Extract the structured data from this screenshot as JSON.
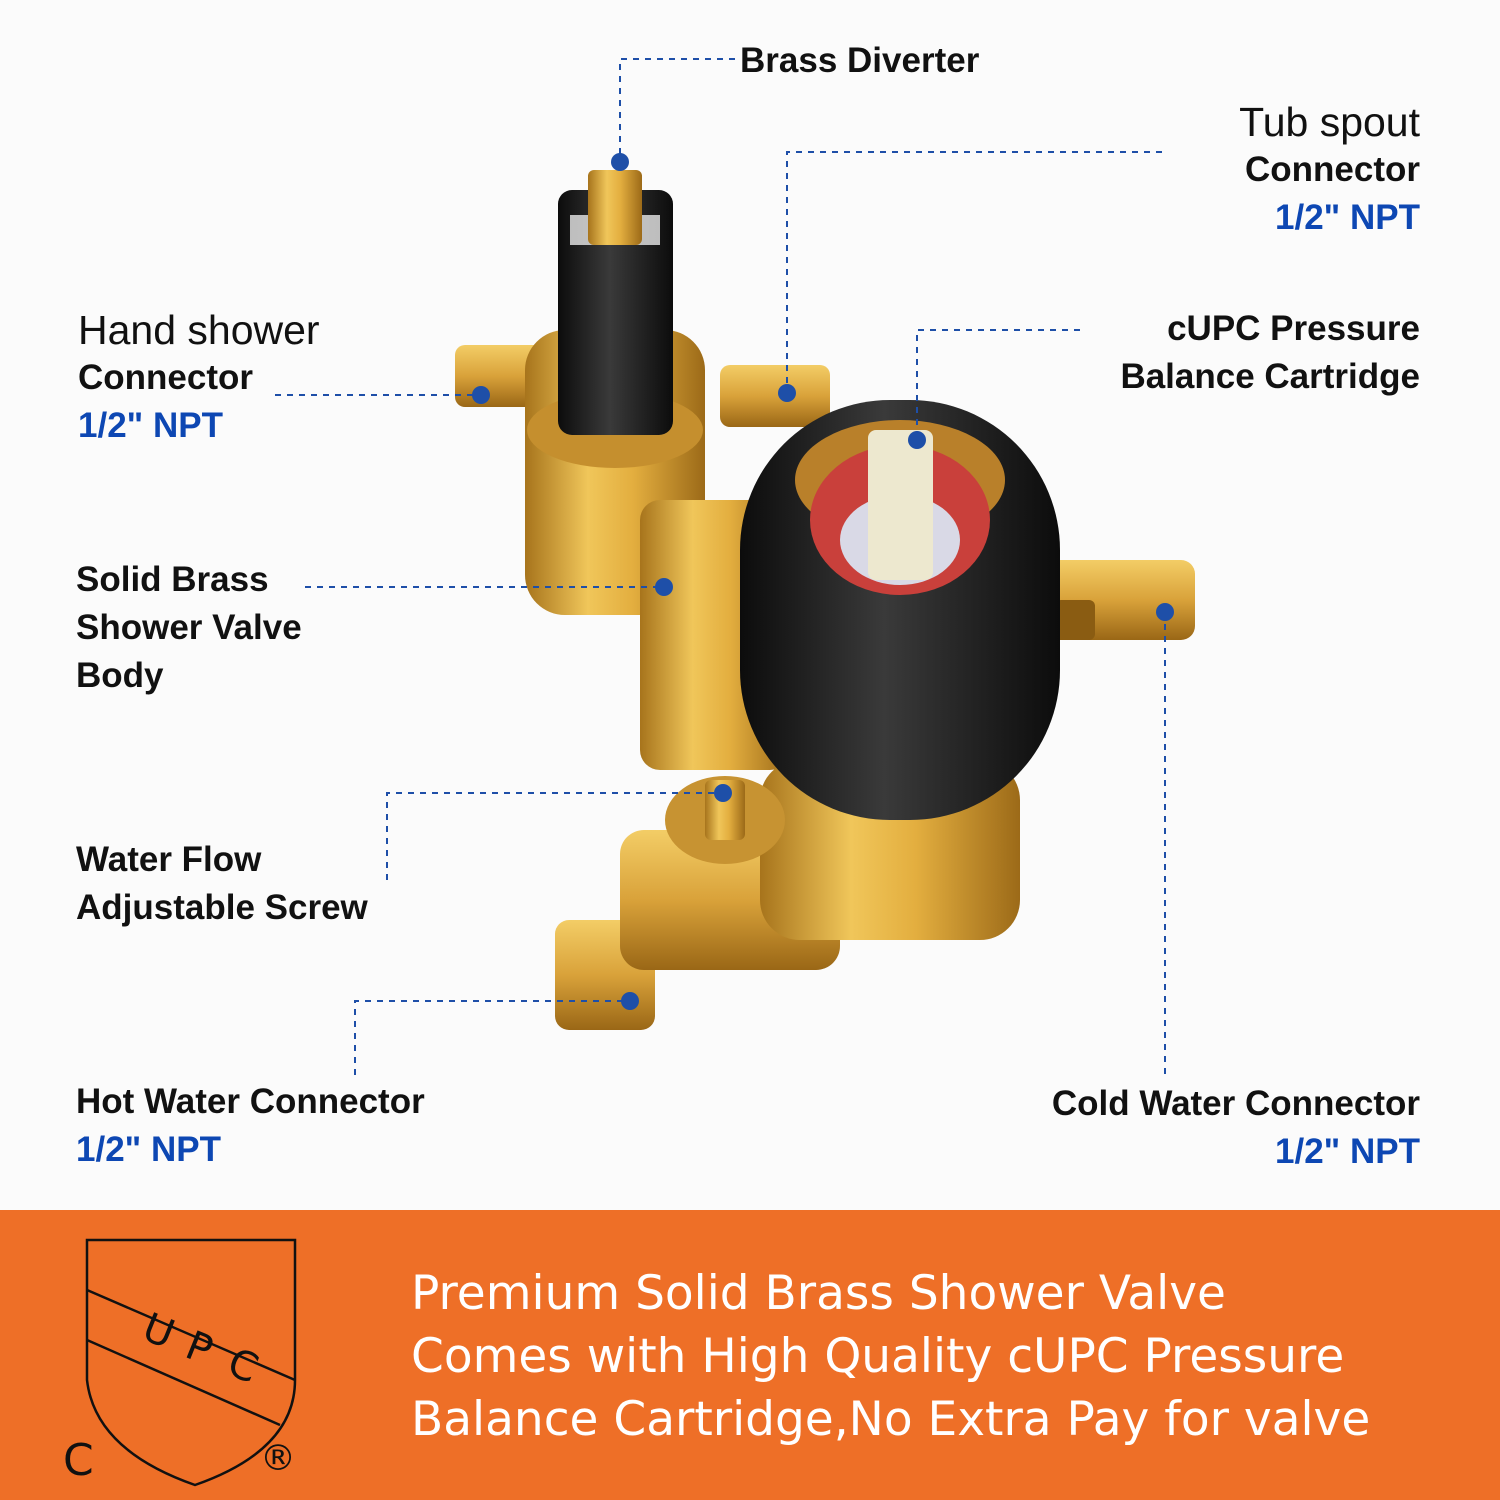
{
  "callouts": {
    "brass_diverter": {
      "line1": "Brass Diverter"
    },
    "tub_spout": {
      "line1": "Tub spout",
      "line2": "Connector",
      "spec": "1/2\" NPT"
    },
    "hand_shower": {
      "line1": "Hand shower",
      "line2": "Connector",
      "spec": "1/2\" NPT"
    },
    "cartridge": {
      "line1": "cUPC Pressure",
      "line2": "Balance Cartridge"
    },
    "valve_body": {
      "line1": "Solid Brass",
      "line2": "Shower Valve",
      "line3": "Body"
    },
    "flow_screw": {
      "line1": "Water Flow",
      "line2": "Adjustable Screw"
    },
    "hot_water": {
      "line1": "Hot Water Connector",
      "spec": "1/2\" NPT"
    },
    "cold_water": {
      "line1": "Cold Water Connector",
      "spec": "1/2\" NPT"
    }
  },
  "banner": {
    "lines": [
      "Premium Solid Brass Shower Valve",
      "Comes with High Quality cUPC Pressure",
      "Balance Cartridge,No Extra Pay for valve"
    ]
  },
  "logo": {
    "letters": [
      "U",
      "P",
      "C"
    ],
    "c_mark": "C",
    "registered": "®"
  },
  "colors": {
    "banner": "#ee6f27",
    "accent_blue": "#0d47b3",
    "brass": "#d9a53a",
    "black": "#1a1a1a"
  }
}
